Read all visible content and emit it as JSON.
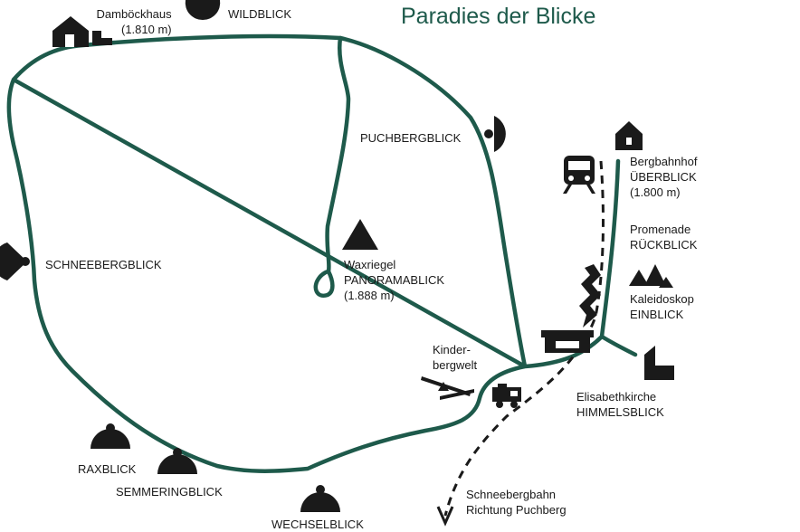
{
  "title": "Paradies der Blicke",
  "colors": {
    "trail": "#1e5a4b",
    "icon": "#1a1a1a",
    "title": "#1e5a4b"
  },
  "labels": {
    "dambockhaus": {
      "name": "Damböckhaus",
      "elevation": "(1.810 m)"
    },
    "wildblick": "WILDBLICK",
    "puchbergblick": "PUCHBERGBLICK",
    "schneebergblick": "SCHNEEBERGBLICK",
    "waxriegel": {
      "name": "Waxriegel",
      "view": "PANORAMABLICK",
      "elevation": "(1.888 m)"
    },
    "bergbahnhof": {
      "name": "Bergbahnhof",
      "view": "ÜBERBLICK",
      "elevation": "(1.800 m)"
    },
    "promenade": {
      "name": "Promenade",
      "view": "RÜCKBLICK"
    },
    "kaleidoskop": {
      "name": "Kaleidoskop",
      "view": "EINBLICK"
    },
    "kinderbergwelt": {
      "line1": "Kinder-",
      "line2": "bergwelt"
    },
    "elisabethkirche": {
      "name": "Elisabethkirche",
      "view": "HIMMELSBLICK"
    },
    "raxblick": "RAXBLICK",
    "semmeringblick": "SEMMERINGBLICK",
    "wechselblick": "WECHSELBLICK",
    "schneebergbahn": {
      "name": "Schneebergbahn",
      "direction": "Richtung Puchberg"
    }
  },
  "icons": [
    "hut-icon",
    "drink-icon",
    "viewpoint-icon",
    "mountain-icon",
    "train-icon",
    "station-icon",
    "tents-icon",
    "kaleidoscope-icon",
    "building-icon",
    "church-icon",
    "seesaw-icon",
    "toy-train-icon",
    "arrow-down-icon"
  ]
}
